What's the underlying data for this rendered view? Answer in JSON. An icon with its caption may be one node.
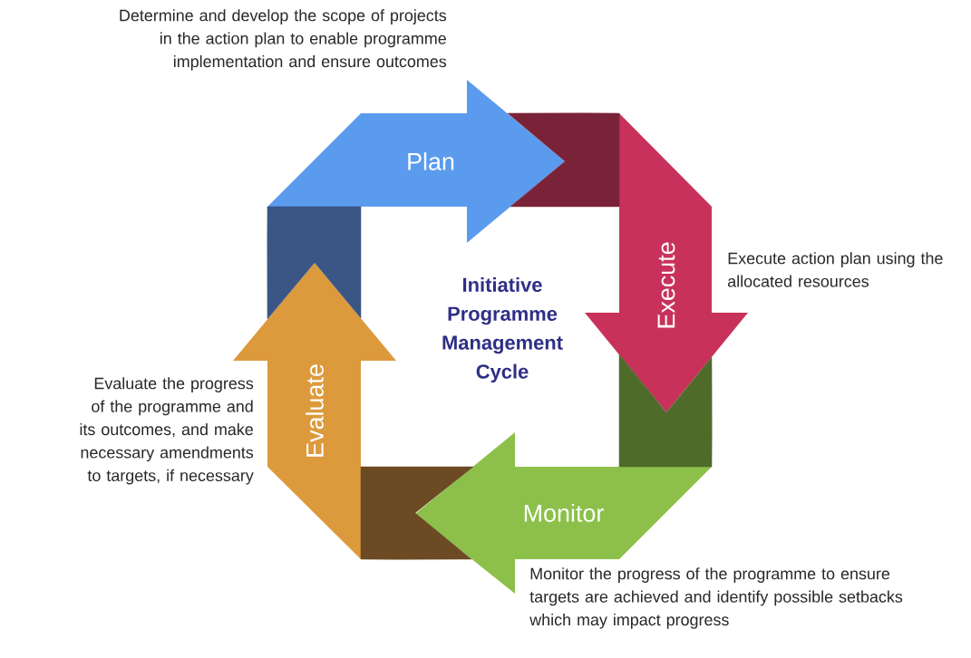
{
  "diagram": {
    "nodes": [
      {
        "text": [
          "Plan"
        ],
        "beside": [
          "Determine and develop the scope of projects in the action plan to enable programme implementation and ensure outcomes"
        ]
      },
      {
        "text": [
          "Execute"
        ],
        "beside": [
          "Execute action plan using the allocated resources"
        ]
      },
      {
        "text": [
          "Monitor"
        ],
        "beside": [
          "Monitor the progress of the programme to ensure targets are achieved and identify possible setbacks which may impact progress"
        ]
      },
      {
        "text": [
          "Evaluate"
        ],
        "beside": [
          "Evaluate the progress of the programme and its outcomes, and make necessary amendments to targets, if necessary"
        ]
      },
      {
        "text": [
          "Initiative Programme Management Cycle"
        ]
      }
    ],
    "edges": [
      {
        "from": 0,
        "to": 1,
        "arrow": "none",
        "color": "#7a2238"
      },
      {
        "from": 1,
        "to": 2,
        "arrow": "none",
        "color": "#4e6b2a"
      },
      {
        "from": 2,
        "to": 3,
        "arrow": "none",
        "color": "#6b4a24"
      },
      {
        "from": 3,
        "to": 0,
        "arrow": "none",
        "color": "#3b5585"
      }
    ]
  }
}
